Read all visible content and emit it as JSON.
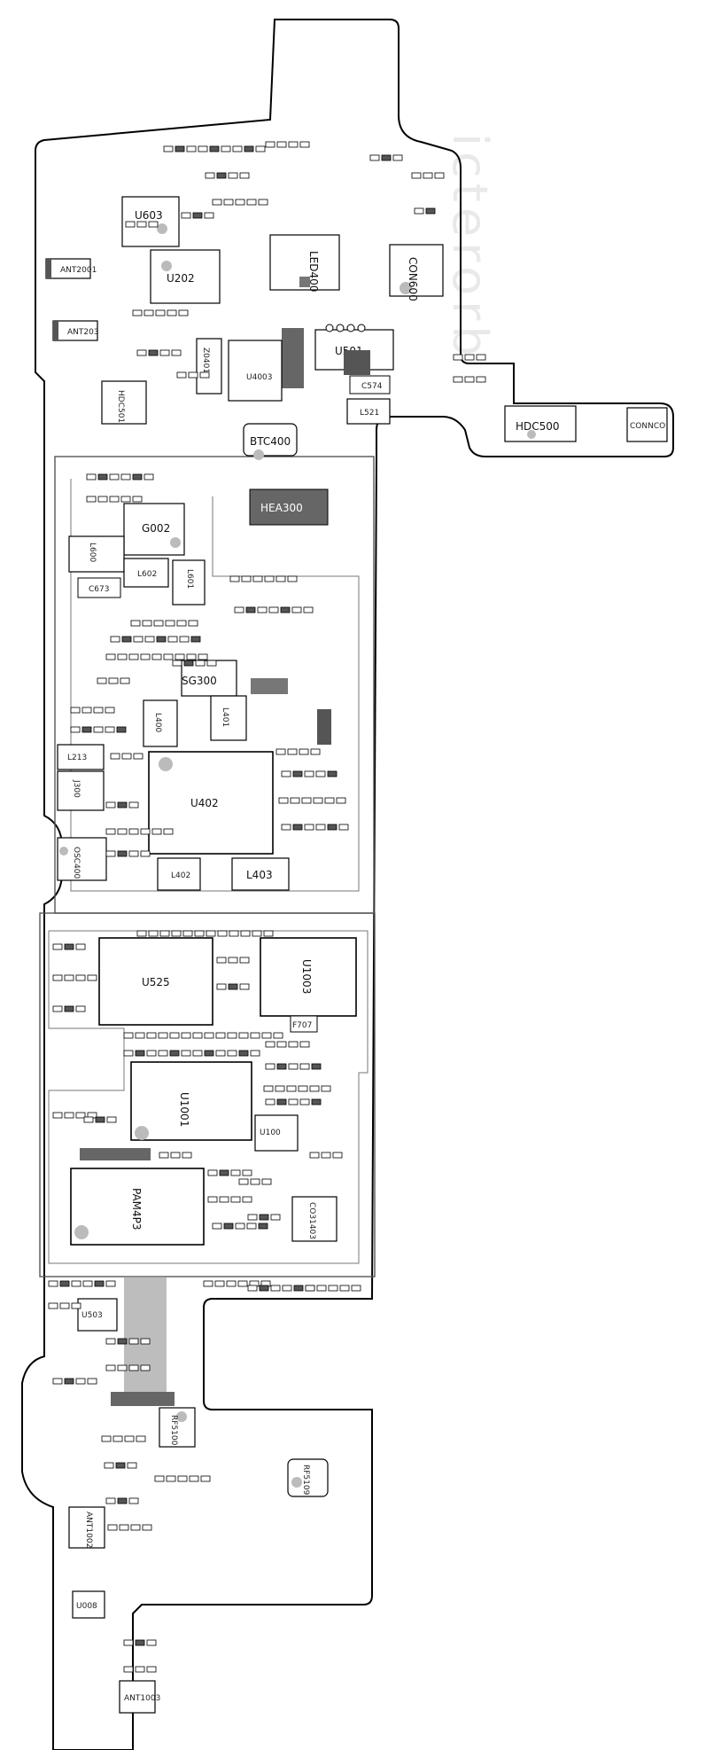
{
  "board": {
    "outline_color": "#000000",
    "component_fill": "#ffffff",
    "dark_fill": "#555555",
    "pad_fill": "#bdbdbd",
    "watermark": "icterorb"
  },
  "labels": {
    "u603": "U603",
    "ant2001": "ANT2001",
    "ant203": "ANT203",
    "u202": "U202",
    "led400": "LED400",
    "con600": "CON600",
    "u501": "U501",
    "hdc501": "HDC501",
    "z0401": "Z0401",
    "u4003": "U4003",
    "l521": "L521",
    "c574": "C574",
    "hdc500": "HDC500",
    "conn": "CONNCO",
    "btc400": "BTC400",
    "hea300": "HEA300",
    "g002": "G002",
    "l600": "L600",
    "l602": "L602",
    "l601": "L601",
    "c673": "C673",
    "sg300": "SG300",
    "l401": "L401",
    "l400": "L400",
    "l213": "L213",
    "j300": "J300",
    "u402": "U402",
    "osc400": "OSC400",
    "l402": "L402",
    "l403": "L403",
    "u525": "U525",
    "u1003": "U1003",
    "f707": "F707",
    "u1001": "U1001",
    "u100": "U100",
    "pam": "PAM4P3",
    "c3001": "CO31403",
    "u503": "U503",
    "rf5100": "RF5100",
    "rf5109": "RF5109",
    "ant1002": "ANT1002",
    "u008": "U008",
    "ant1003": "ANT1003"
  }
}
